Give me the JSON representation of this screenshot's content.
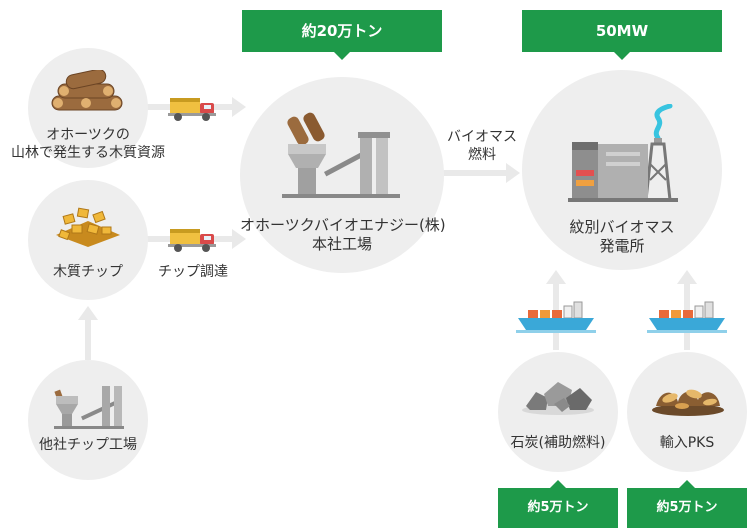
{
  "badges": {
    "factory_top": "約20万トン",
    "plant_top": "50MW",
    "coal_bottom": "約5万トン",
    "pks_bottom": "約5万トン"
  },
  "nodes": {
    "okhotsk_forest": "オホーツクの\n山林で発生する木質資源",
    "wood_chip": "木質チップ",
    "chip_procure": "チップ調達",
    "other_factory": "他社チップ工場",
    "main_factory": "オホーツクバイオエナジー(株)\n本社工場",
    "biomass_fuel": "バイオマス\n燃料",
    "power_plant": "紋別バイオマス\n発電所",
    "coal": "石炭(補助燃料)",
    "pks": "輸入PKS"
  },
  "colors": {
    "accent": "#1e9a4a",
    "circle": "#eeeeee",
    "arrow": "#e6e6e6"
  }
}
